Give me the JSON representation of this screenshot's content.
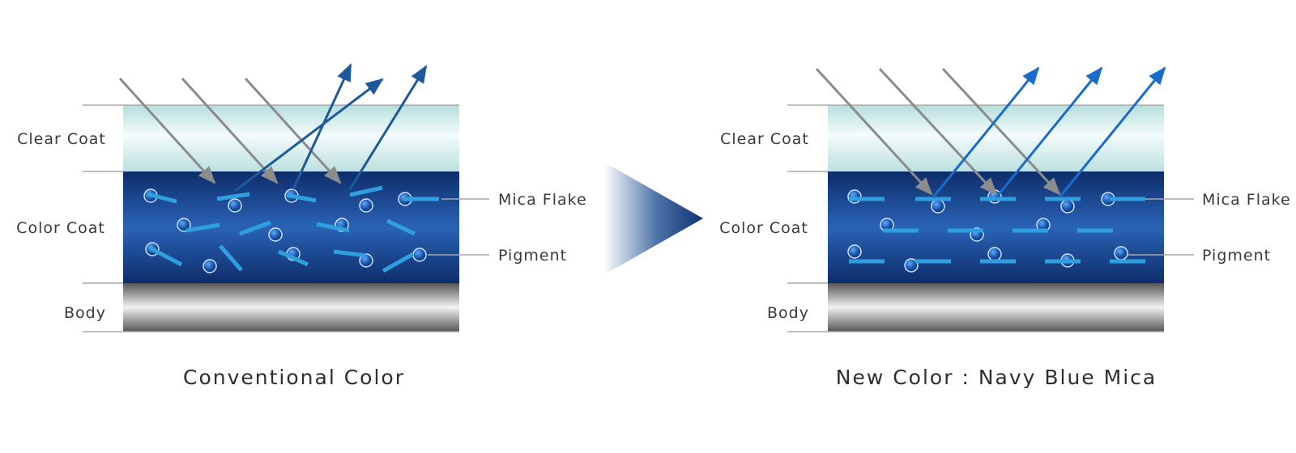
{
  "layers": {
    "clear_coat": "Clear Coat",
    "color_coat": "Color Coat",
    "body": "Body"
  },
  "callouts": {
    "mica_flake": "Mica Flake",
    "pigment": "Pigment"
  },
  "panels": [
    {
      "caption": "Conventional Color",
      "flake_alignment": "random",
      "reflection": "scattered"
    },
    {
      "caption": "New Color : Navy Blue Mica",
      "flake_alignment": "parallel",
      "reflection": "uniform"
    }
  ],
  "colors": {
    "incident_ray": "#8c8c8c",
    "reflected_ray_left": "#1d5a9c",
    "reflected_ray_right": "#1a6ccc",
    "color_coat_dark": "#0e2d6a",
    "color_coat_mid": "#2a63b6",
    "mica_flake": "#2f9fe0",
    "transition_arrow": "#0e3370"
  }
}
